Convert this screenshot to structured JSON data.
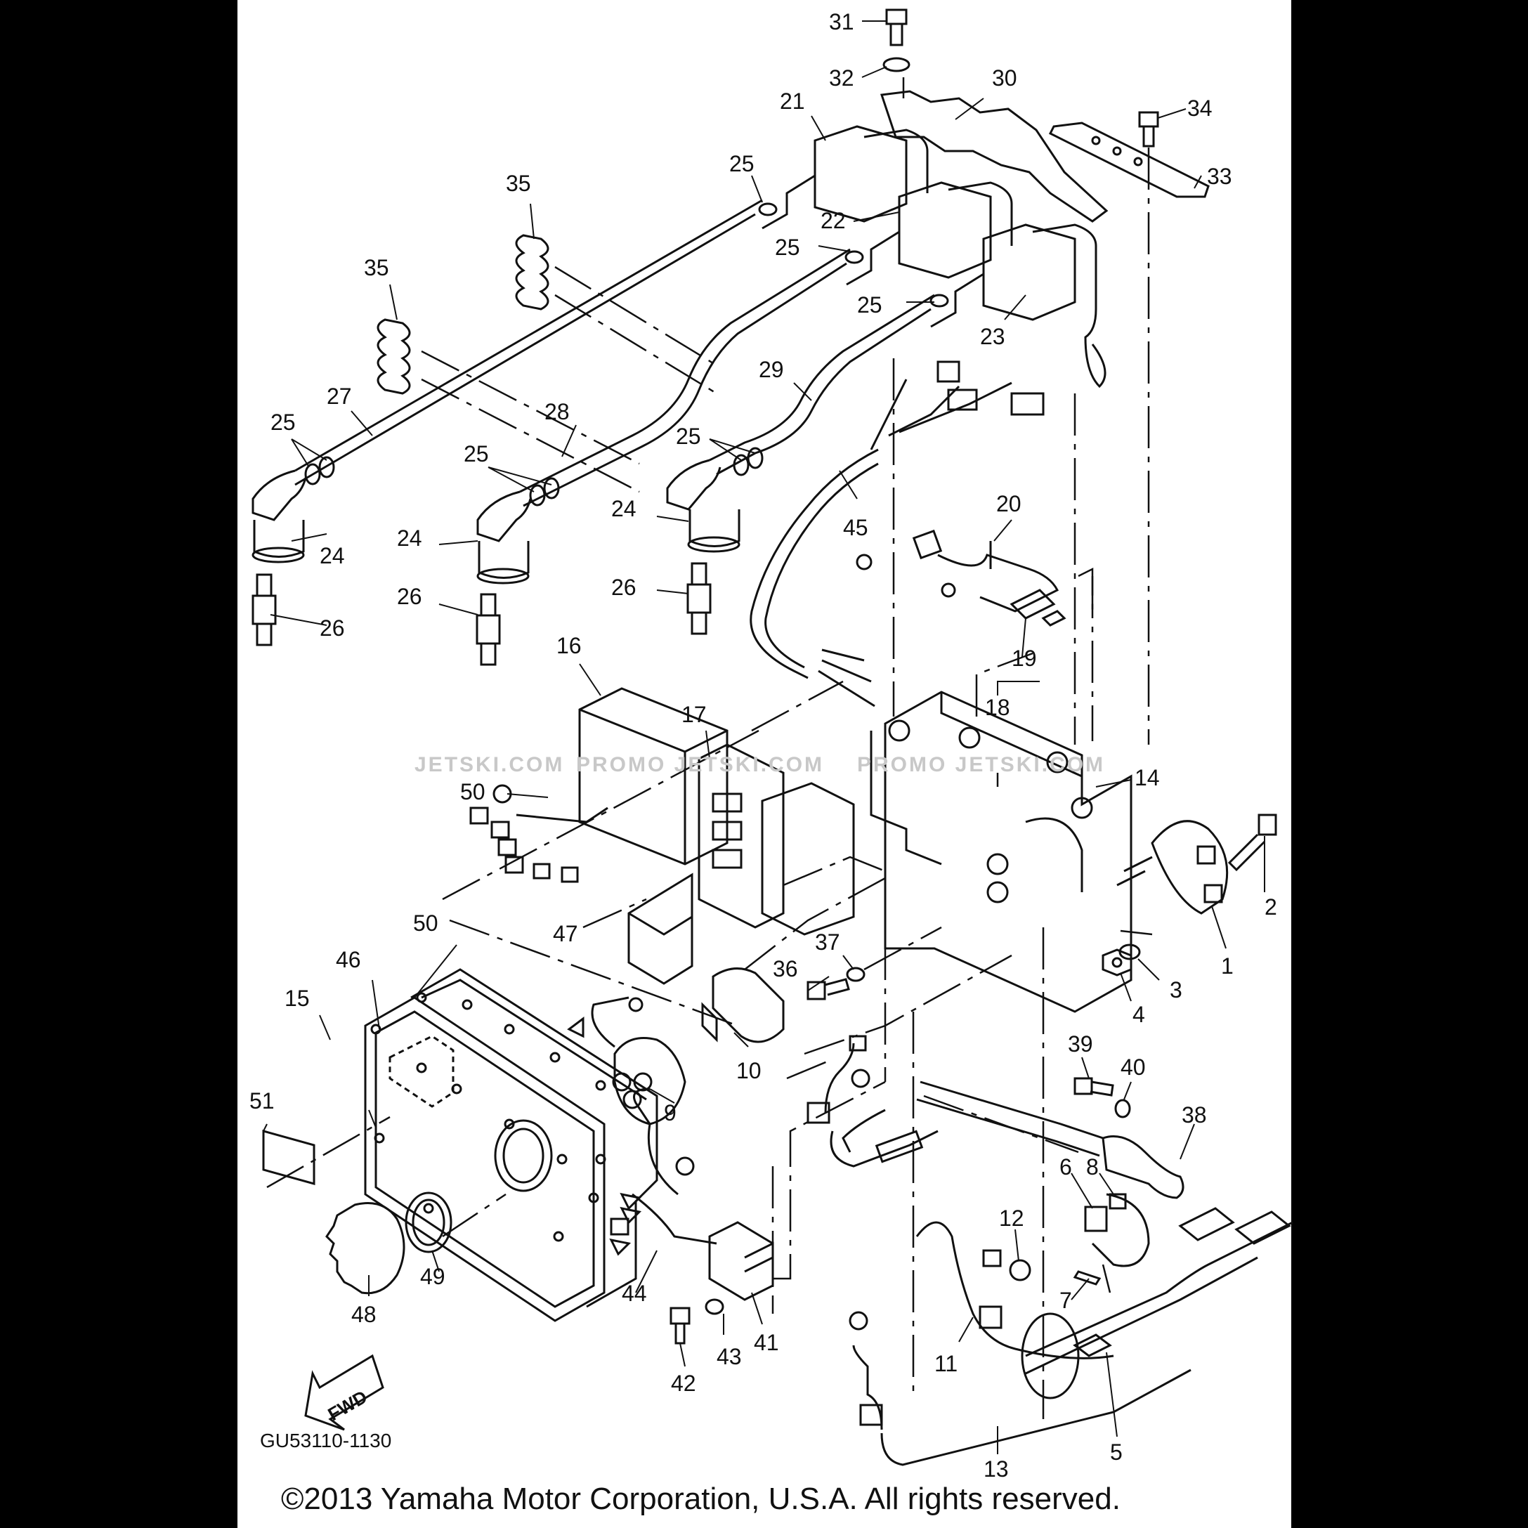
{
  "diagram": {
    "code": "GU53110-1130",
    "fwd_label": "FWD",
    "copyright": "©2013 Yamaha Motor Corporation, U.S.A. All rights reserved.",
    "watermarks": [
      "JETSKI.COM",
      "PROMO JETSKI.COM",
      "PROMO JETSKI.COM"
    ],
    "callouts": {
      "c1": "1",
      "c2": "2",
      "c3": "3",
      "c4": "4",
      "c5": "5",
      "c6": "6",
      "c7": "7",
      "c8": "8",
      "c9": "9",
      "c10": "10",
      "c11": "11",
      "c12": "12",
      "c13": "13",
      "c14": "14",
      "c15": "15",
      "c16": "16",
      "c17": "17",
      "c18": "18",
      "c19": "19",
      "c20": "20",
      "c21": "21",
      "c22": "22",
      "c23": "23",
      "c24a": "24",
      "c24b": "24",
      "c24c": "24",
      "c25a": "25",
      "c25b": "25",
      "c25c": "25",
      "c25d": "25",
      "c25e": "25",
      "c25f": "25",
      "c26a": "26",
      "c26b": "26",
      "c26c": "26",
      "c27": "27",
      "c28": "28",
      "c29": "29",
      "c30": "30",
      "c31": "31",
      "c32": "32",
      "c33": "33",
      "c34": "34",
      "c35a": "35",
      "c35b": "35",
      "c36": "36",
      "c37": "37",
      "c38": "38",
      "c39": "39",
      "c40": "40",
      "c41": "41",
      "c42": "42",
      "c43": "43",
      "c44": "44",
      "c45": "45",
      "c46": "46",
      "c47": "47",
      "c48": "48",
      "c49": "49",
      "c50a": "50",
      "c50b": "50",
      "c51": "51"
    }
  }
}
